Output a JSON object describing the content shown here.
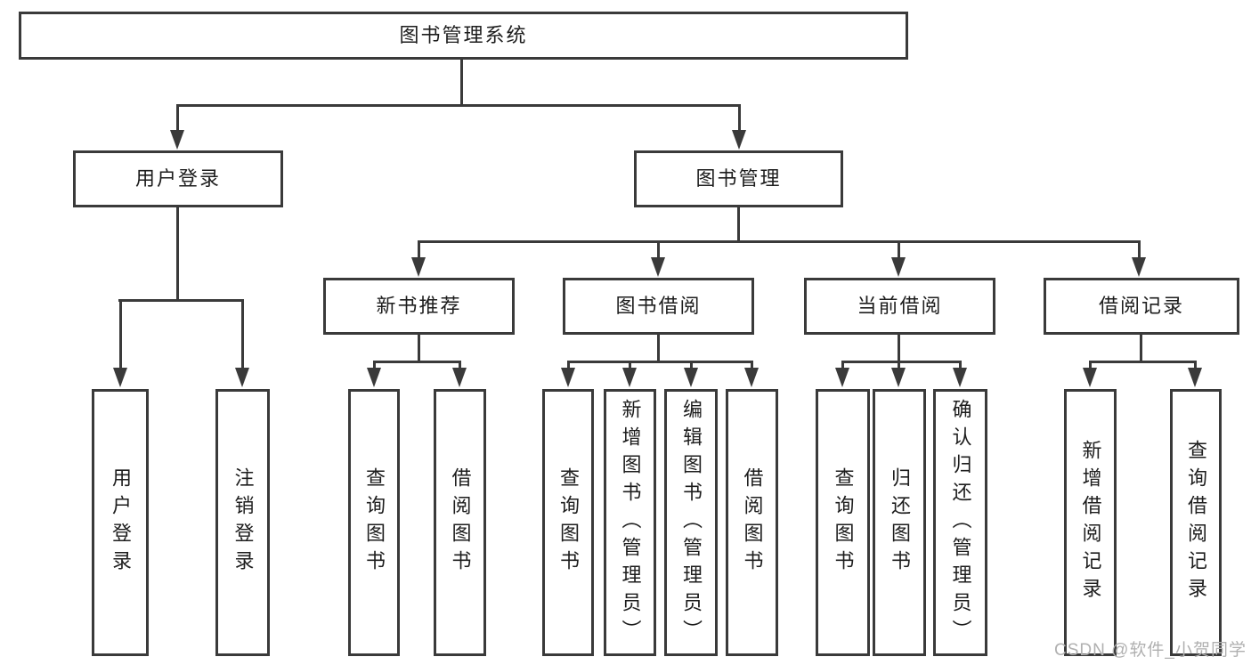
{
  "diagram": {
    "root": {
      "label": "图书管理系统"
    },
    "level2": [
      {
        "label": "用户登录"
      },
      {
        "label": "图书管理"
      }
    ],
    "level3": [
      {
        "label": "新书推荐"
      },
      {
        "label": "图书借阅"
      },
      {
        "label": "当前借阅"
      },
      {
        "label": "借阅记录"
      }
    ],
    "leaves": [
      {
        "label": "用户登录"
      },
      {
        "label": "注销登录"
      },
      {
        "label": "查询图书"
      },
      {
        "label": "借阅图书"
      },
      {
        "label": "查询图书"
      },
      {
        "label": "新增图书（管理员）"
      },
      {
        "label": "编辑图书（管理员）"
      },
      {
        "label": "借阅图书"
      },
      {
        "label": "查询图书"
      },
      {
        "label": "归还图书"
      },
      {
        "label": "确认归还（管理员）"
      },
      {
        "label": "新增借阅记录"
      },
      {
        "label": "查询借阅记录"
      }
    ]
  },
  "watermark": {
    "text": "CSDN @软件_小贺同学"
  },
  "colors": {
    "line": "#3a3a3a",
    "text": "#1d1d1d",
    "watermark": "#b0b0b0",
    "background": "#ffffff"
  }
}
